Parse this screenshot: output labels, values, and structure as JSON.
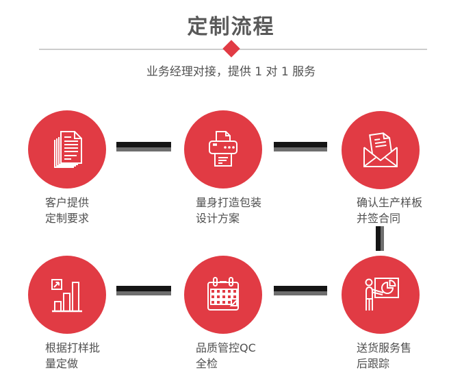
{
  "header": {
    "title": "定制流程",
    "subtitle": "业务经理对接，提供 1 对 1 服务"
  },
  "colors": {
    "accent_red": "#e13b44",
    "title_gray": "#595959",
    "text_gray": "#4f4f4f",
    "divider_gray": "#cccccc",
    "connector_dark": "#151515",
    "connector_gray": "#6e6e6e",
    "icon_stroke": "#ffffff"
  },
  "steps": [
    {
      "icon": "documents-icon",
      "label_line1": "客户提供",
      "label_line2": "定制要求"
    },
    {
      "icon": "printer-icon",
      "label_line1": "量身打造包装",
      "label_line2": "设计方案"
    },
    {
      "icon": "envelope-icon",
      "label_line1": "确认生产样板",
      "label_line2": "并签合同"
    },
    {
      "icon": "bar-chart-icon",
      "label_line1": "根据打样批",
      "label_line2": "量定做"
    },
    {
      "icon": "calendar-icon",
      "label_line1": "品质管控QC",
      "label_line2": "全检"
    },
    {
      "icon": "presentation-icon",
      "label_line1": "送货服务售",
      "label_line2": "后跟踪"
    }
  ]
}
